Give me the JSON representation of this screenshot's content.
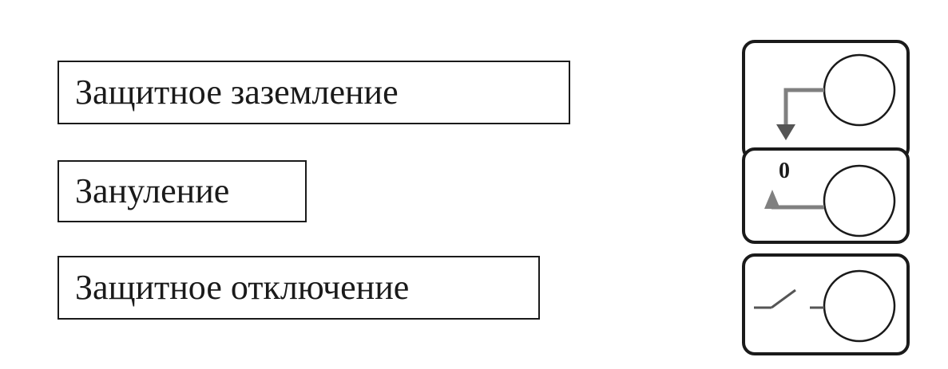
{
  "labels": {
    "protective_grounding": "Защитное заземление",
    "neutral_grounding": "Зануление",
    "protective_disconnect": "Защитное отключение"
  },
  "icons": {
    "grounding": "grounding-arrow-icon",
    "neutral": "neutral-zero-icon",
    "neutral_symbol": "0",
    "disconnect": "switch-disconnect-icon"
  },
  "colors": {
    "stroke": "#1a1a1a",
    "symbol_gray": "#808080"
  }
}
